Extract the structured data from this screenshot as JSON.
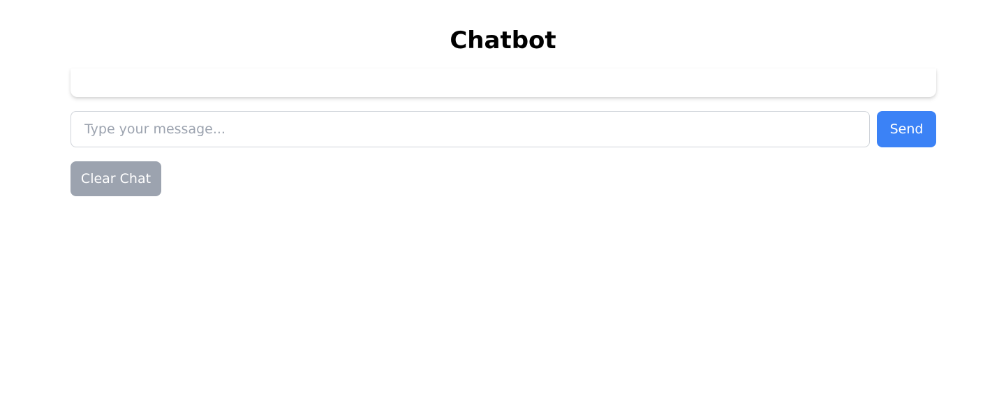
{
  "page": {
    "title": "Chatbot"
  },
  "chat": {
    "messages": []
  },
  "composer": {
    "placeholder": "Type your message...",
    "value": "",
    "send_label": "Send"
  },
  "actions": {
    "clear_label": "Clear Chat"
  },
  "colors": {
    "send_button": "#3b82f6",
    "clear_button": "#9ca3af",
    "placeholder_text": "#9ca3af",
    "input_border": "#cfd3d9"
  }
}
